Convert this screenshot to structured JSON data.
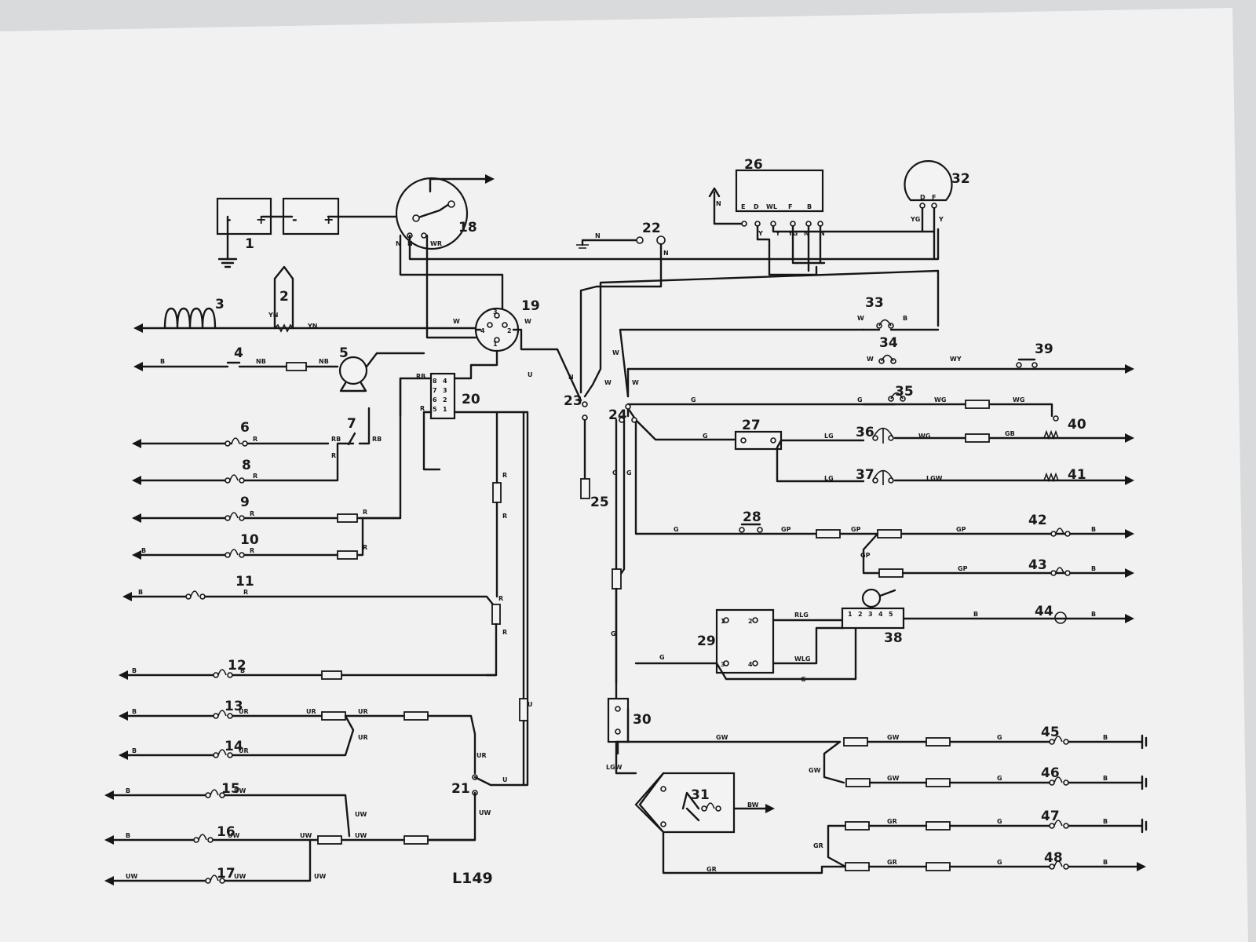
{
  "diagram": {
    "reference": "L149",
    "components": [
      {
        "id": "1",
        "label": "1"
      },
      {
        "id": "2",
        "label": "2"
      },
      {
        "id": "3",
        "label": "3"
      },
      {
        "id": "4",
        "label": "4"
      },
      {
        "id": "5",
        "label": "5"
      },
      {
        "id": "6",
        "label": "6"
      },
      {
        "id": "7",
        "label": "7"
      },
      {
        "id": "8",
        "label": "8"
      },
      {
        "id": "9",
        "label": "9"
      },
      {
        "id": "10",
        "label": "10"
      },
      {
        "id": "11",
        "label": "11"
      },
      {
        "id": "12",
        "label": "12"
      },
      {
        "id": "13",
        "label": "13"
      },
      {
        "id": "14",
        "label": "14"
      },
      {
        "id": "15",
        "label": "15"
      },
      {
        "id": "16",
        "label": "16"
      },
      {
        "id": "17",
        "label": "17"
      },
      {
        "id": "18",
        "label": "18"
      },
      {
        "id": "19",
        "label": "19"
      },
      {
        "id": "20",
        "label": "20"
      },
      {
        "id": "21",
        "label": "21"
      },
      {
        "id": "22",
        "label": "22"
      },
      {
        "id": "23",
        "label": "23"
      },
      {
        "id": "24",
        "label": "24"
      },
      {
        "id": "25",
        "label": "25"
      },
      {
        "id": "26",
        "label": "26"
      },
      {
        "id": "27",
        "label": "27"
      },
      {
        "id": "28",
        "label": "28"
      },
      {
        "id": "29",
        "label": "29"
      },
      {
        "id": "30",
        "label": "30"
      },
      {
        "id": "31",
        "label": "31"
      },
      {
        "id": "32",
        "label": "32"
      },
      {
        "id": "33",
        "label": "33"
      },
      {
        "id": "34",
        "label": "34"
      },
      {
        "id": "35",
        "label": "35"
      },
      {
        "id": "36",
        "label": "36"
      },
      {
        "id": "37",
        "label": "37"
      },
      {
        "id": "38",
        "label": "38"
      },
      {
        "id": "39",
        "label": "39"
      },
      {
        "id": "40",
        "label": "40"
      },
      {
        "id": "41",
        "label": "41"
      },
      {
        "id": "42",
        "label": "42"
      },
      {
        "id": "43",
        "label": "43"
      },
      {
        "id": "44",
        "label": "44"
      },
      {
        "id": "45",
        "label": "45"
      },
      {
        "id": "46",
        "label": "46"
      },
      {
        "id": "47",
        "label": "47"
      },
      {
        "id": "48",
        "label": "48"
      }
    ],
    "wire_codes": [
      "B",
      "B",
      "NB",
      "NB",
      "N",
      "N",
      "WR",
      "YN",
      "YN",
      "W",
      "W",
      "R",
      "R",
      "R",
      "RB",
      "RB",
      "RB",
      "R",
      "R",
      "R",
      "B",
      "R",
      "R",
      "R",
      "B",
      "R",
      "R",
      "B",
      "R",
      "R",
      "B",
      "UR",
      "UR",
      "UR",
      "UR",
      "B",
      "UR",
      "UR",
      "B",
      "UW",
      "UW",
      "UW",
      "UW",
      "B",
      "UW",
      "UW",
      "B",
      "UW",
      "U",
      "U",
      "U",
      "N",
      "N",
      "W",
      "W",
      "W",
      "G",
      "G",
      "G",
      "G",
      "G",
      "W",
      "WY",
      "W",
      "WG",
      "WG",
      "G",
      "LG",
      "WG",
      "GB",
      "LG",
      "LGW",
      "G",
      "GP",
      "GP",
      "GP",
      "GP",
      "GP",
      "B",
      "B",
      "RLG",
      "WLG",
      "G",
      "B",
      "LGW",
      "GW",
      "GW",
      "G",
      "B",
      "GW",
      "G",
      "B",
      "BW",
      "GR",
      "GR",
      "G",
      "B",
      "GR",
      "GR",
      "G",
      "B",
      "B",
      "Y",
      "Y",
      "YG",
      "Y",
      "Y",
      "YG",
      "N",
      "N",
      "B",
      "B",
      "B",
      "W",
      "Y"
    ],
    "terminal_labels": {
      "control_box_26": [
        "E",
        "D",
        "WL",
        "F",
        "B"
      ],
      "control_box_26_wires": [
        "Y",
        "Y",
        "YG",
        "N",
        "N"
      ],
      "unit_32": [
        "D",
        "F"
      ],
      "unit_20": [
        "4",
        "3",
        "2",
        "1",
        "8",
        "7",
        "6",
        "5"
      ],
      "switch_19": [
        "3",
        "2",
        "1",
        "4"
      ],
      "unit_38": [
        "1",
        "2",
        "3",
        "4",
        "5"
      ],
      "relay_29": [
        "1",
        "2",
        "3",
        "4"
      ],
      "battery": [
        "-",
        "+",
        "-",
        "+"
      ]
    }
  }
}
